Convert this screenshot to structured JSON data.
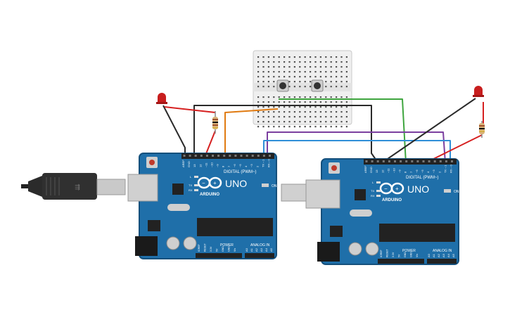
{
  "colors": {
    "board": "#1f6fa9",
    "board_edge": "#15507c",
    "wire_black": "#2a2a2a",
    "wire_red": "#d62020",
    "wire_orange": "#e07a10",
    "wire_green": "#3ea53e",
    "wire_purple": "#7b3fa0",
    "wire_blue": "#2f8fd8",
    "led": "#c81e1e",
    "breadboard": "#efefef"
  },
  "board_left": {
    "brand": "ARDUINO",
    "model": "UNO",
    "digital_label": "DIGITAL (PWM~)",
    "power_label": "POWER",
    "analog_label": "ANALOG IN",
    "on_label": "ON",
    "pins_top": [
      "AREF",
      "GND",
      "13",
      "12",
      "~11",
      "~10",
      "~9",
      "8",
      "7",
      "~6",
      "~5",
      "4",
      "~3",
      "2",
      "TX→1",
      "RX←0"
    ],
    "pins_power": [
      "IOREF",
      "RESET",
      "3.3V",
      "5V",
      "GND",
      "GND",
      "Vin"
    ],
    "pins_analog": [
      "A0",
      "A1",
      "A2",
      "A3",
      "A4",
      "A5"
    ],
    "leds": [
      "L",
      "TX",
      "RX"
    ]
  },
  "board_right": {
    "brand": "ARDUINO",
    "model": "UNO",
    "digital_label": "DIGITAL (PWM~)",
    "power_label": "POWER",
    "analog_label": "ANALOG IN",
    "on_label": "ON",
    "pins_top": [
      "AREF",
      "GND",
      "13",
      "12",
      "~11",
      "~10",
      "~9",
      "8",
      "7",
      "~6",
      "~5",
      "4",
      "~3",
      "2",
      "TX→1",
      "RX←0"
    ],
    "pins_power": [
      "IOREF",
      "RESET",
      "3.3V",
      "5V",
      "GND",
      "GND",
      "Vin"
    ],
    "pins_analog": [
      "A0",
      "A1",
      "A2",
      "A3",
      "A4",
      "A5"
    ],
    "leds": [
      "L",
      "TX",
      "RX"
    ]
  },
  "components": {
    "usb_cable": "usb-cable-icon",
    "led_left": "led-icon",
    "led_right": "led-icon",
    "resistor_left": "resistor-icon",
    "resistor_right": "resistor-icon",
    "pushbuttons": [
      "pushbutton-icon",
      "pushbutton-icon"
    ]
  }
}
